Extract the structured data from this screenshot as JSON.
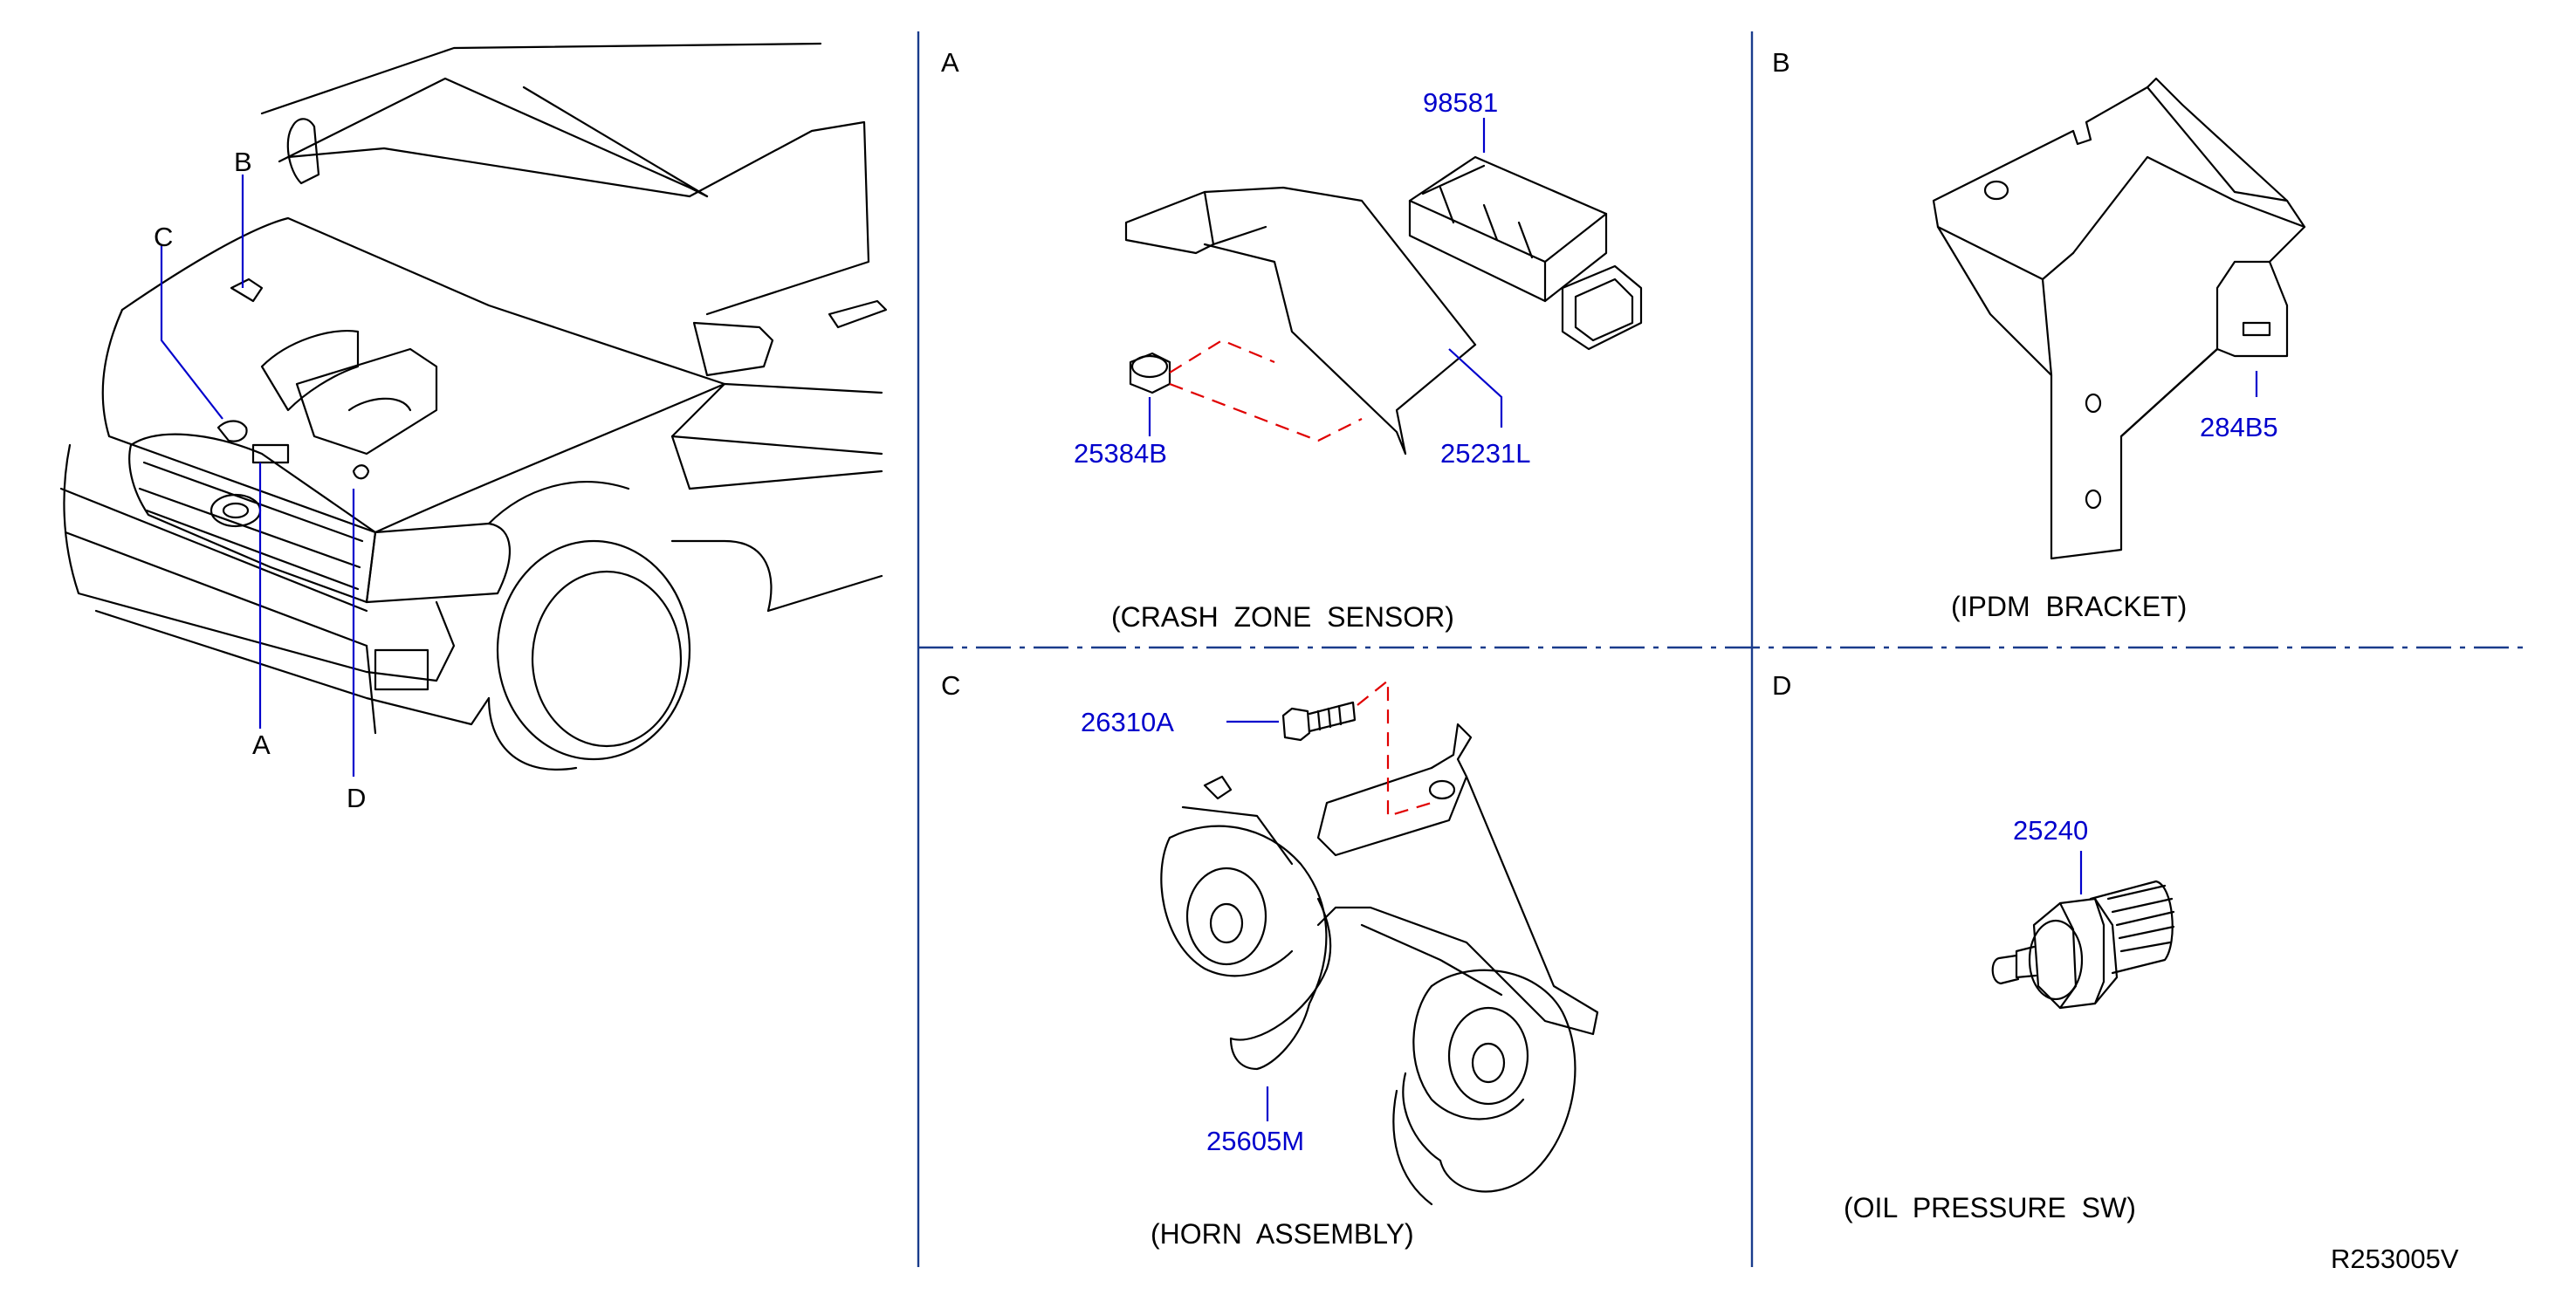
{
  "overview": {
    "callouts": {
      "a": "A",
      "b": "B",
      "c": "C",
      "d": "D"
    }
  },
  "panels": {
    "a": {
      "letter": "A",
      "caption": "(CRASH  ZONE  SENSOR)",
      "parts": {
        "sensor": "98581",
        "nut": "25384B",
        "bracket": "25231L"
      }
    },
    "b": {
      "letter": "B",
      "caption": "(IPDM  BRACKET)",
      "parts": {
        "bracket": "284B5"
      }
    },
    "c": {
      "letter": "C",
      "caption": "(HORN  ASSEMBLY)",
      "parts": {
        "bolt": "26310A",
        "horn": "25605M"
      }
    },
    "d": {
      "letter": "D",
      "caption": "(OIL  PRESSURE  SW)",
      "parts": {
        "switch": "25240"
      }
    }
  },
  "reference_code": "R253005V",
  "colors": {
    "part_number": "#0000cc",
    "divider": "#1a3c8c",
    "dashed_link": "#e00000",
    "line_art": "#000000"
  }
}
